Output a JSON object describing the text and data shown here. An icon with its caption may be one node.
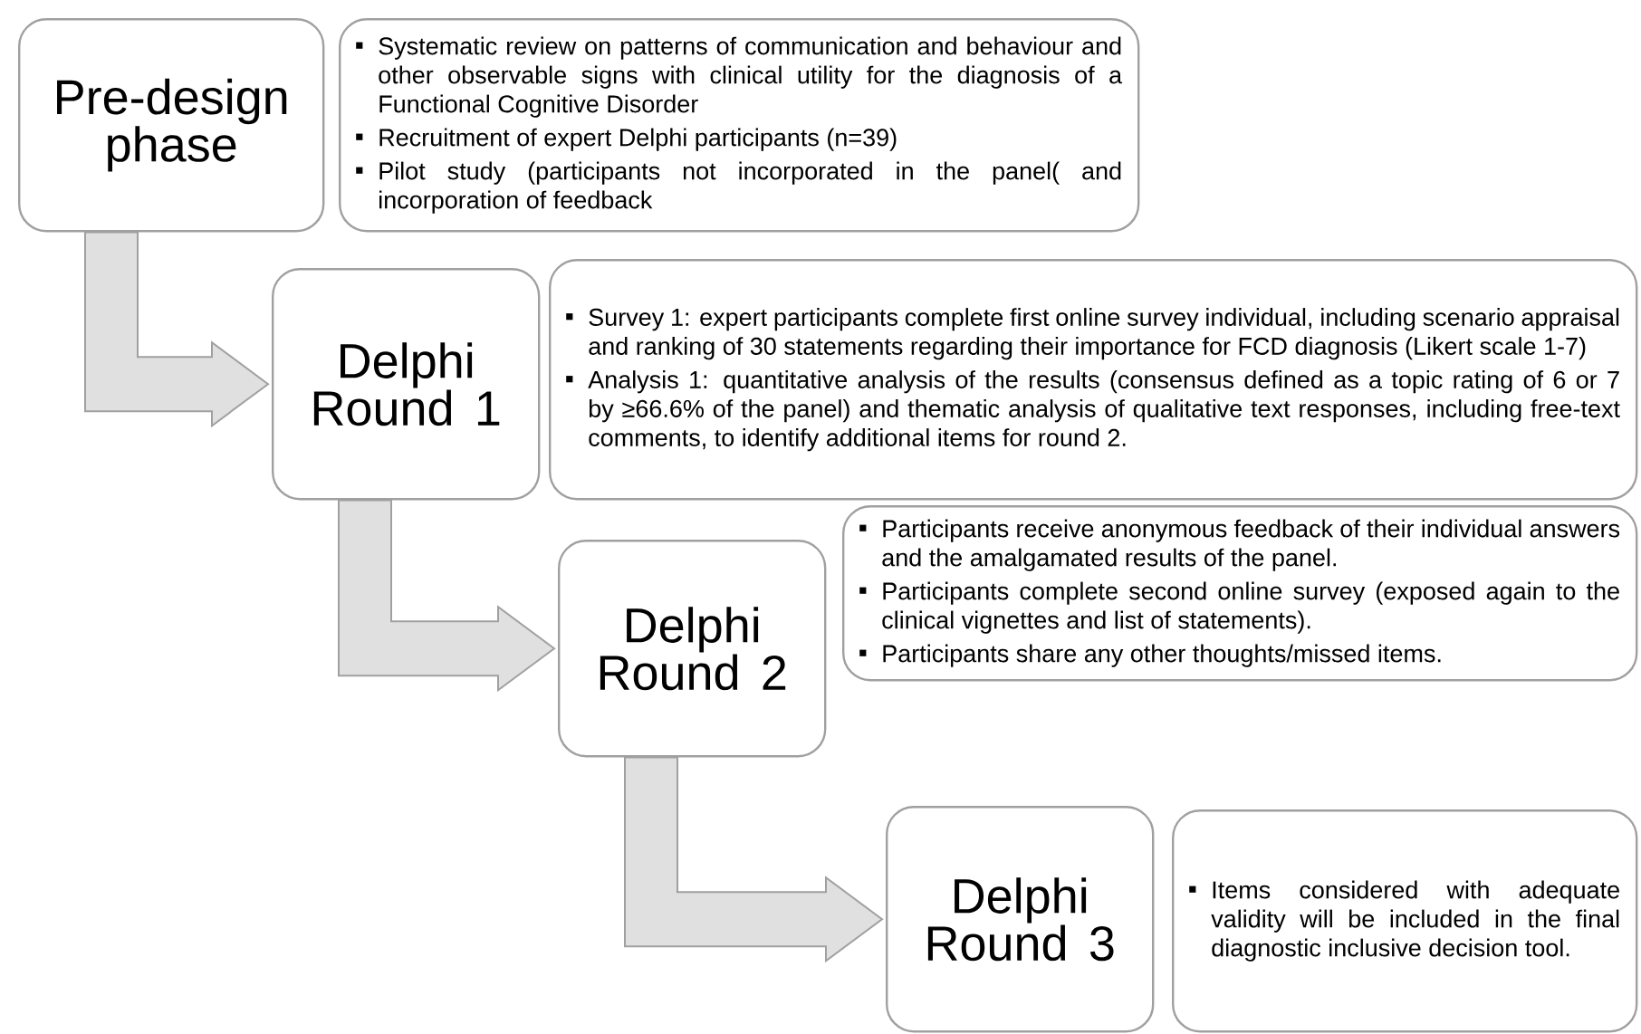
{
  "diagram": {
    "nodes": [
      {
        "text": [
          "Pre-design phase"
        ]
      },
      {
        "text": [
          "Systematic review on patterns of communication and behaviour and other observable signs with clinical utility for the diagnosis of a Functional Cognitive Disorder",
          "Recruitment of expert Delphi participants (n=39)",
          "Pilot study (participants not incorporated in the panel( and incorporation of feedback"
        ]
      },
      {
        "text": [
          "Delphi Round 1"
        ]
      },
      {
        "text": [
          "Survey 1: expert participants complete first online survey individual, including scenario appraisal and ranking of 30 statements regarding their importance for FCD diagnosis (Likert scale 1-7)",
          "Analysis 1: quantitative analysis of the results (consensus defined as a topic rating of 6 or 7 by ≥66.6% of the panel) and thematic analysis of qualitative text responses, including free-text comments, to identify additional items for round 2."
        ]
      },
      {
        "text": [
          "Delphi Round 2"
        ]
      },
      {
        "text": [
          "Participants receive anonymous feedback of their individual answers and the amalgamated results of the panel.",
          "Participants complete second online survey (exposed again to the clinical vignettes and list of statements).",
          "Participants share any other thoughts/missed items."
        ]
      },
      {
        "text": [
          "Delphi Round 3"
        ]
      },
      {
        "text": [
          "Items considered with adequate validity will be included in the final diagnostic inclusive decision tool."
        ]
      }
    ],
    "edges": [
      {
        "from": 0,
        "to": 2,
        "arrow": "to"
      },
      {
        "from": 2,
        "to": 4,
        "arrow": "to"
      },
      {
        "from": 4,
        "to": 6,
        "arrow": "to"
      }
    ]
  }
}
